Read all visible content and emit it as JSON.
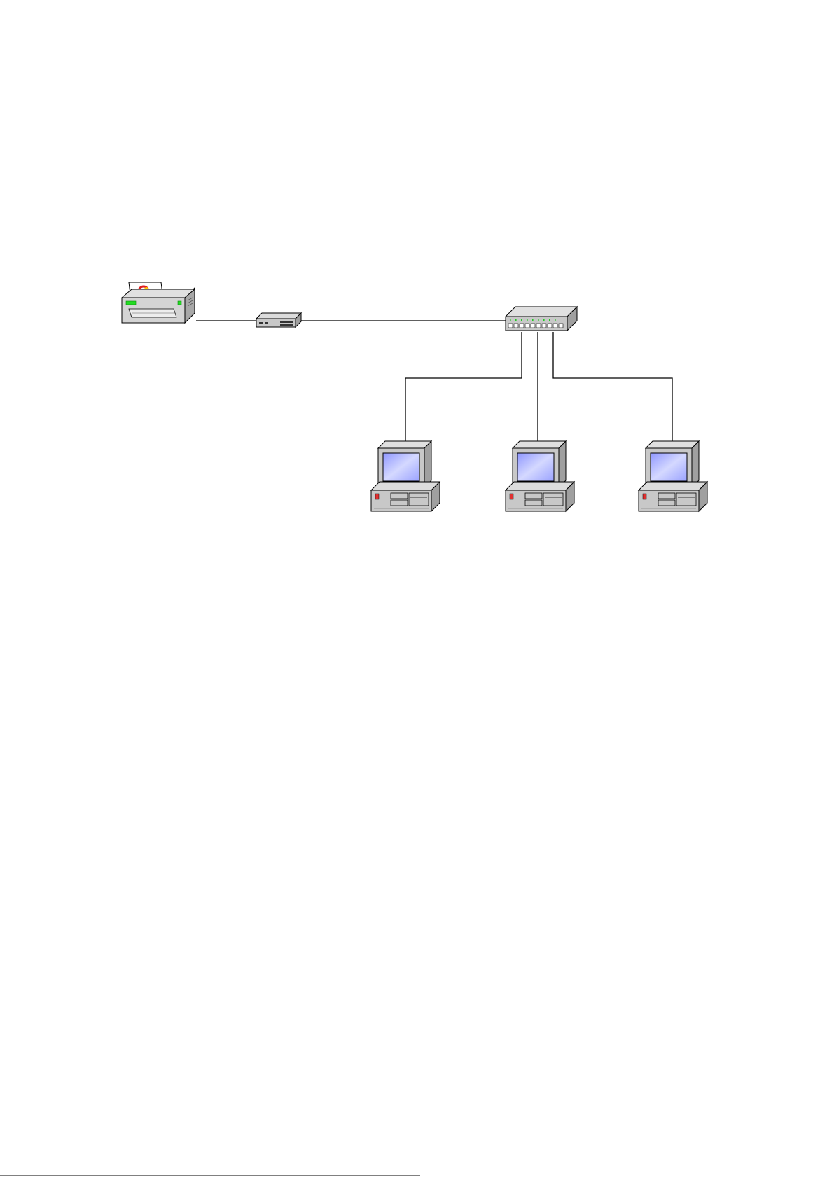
{
  "diagram": {
    "type": "network-topology",
    "nodes": [
      {
        "id": "printer",
        "kind": "printer",
        "icon": "printer-icon"
      },
      {
        "id": "print_server",
        "kind": "print-server",
        "icon": "print-server-icon"
      },
      {
        "id": "switch",
        "kind": "network-switch",
        "icon": "switch-icon"
      },
      {
        "id": "pc1",
        "kind": "workstation",
        "icon": "desktop-computer-icon"
      },
      {
        "id": "pc2",
        "kind": "workstation",
        "icon": "desktop-computer-icon"
      },
      {
        "id": "pc3",
        "kind": "workstation",
        "icon": "desktop-computer-icon"
      }
    ],
    "edges": [
      {
        "from": "printer",
        "to": "print_server"
      },
      {
        "from": "print_server",
        "to": "switch"
      },
      {
        "from": "switch",
        "to": "pc1"
      },
      {
        "from": "switch",
        "to": "pc2"
      },
      {
        "from": "switch",
        "to": "pc3"
      }
    ],
    "colors": {
      "device_body": "#c8c8c8",
      "device_dark": "#8c8c8c",
      "screen": "#a9b0ff",
      "indicator_green": "#22dd22",
      "power_red": "#e03030",
      "wire": "#000000"
    }
  }
}
